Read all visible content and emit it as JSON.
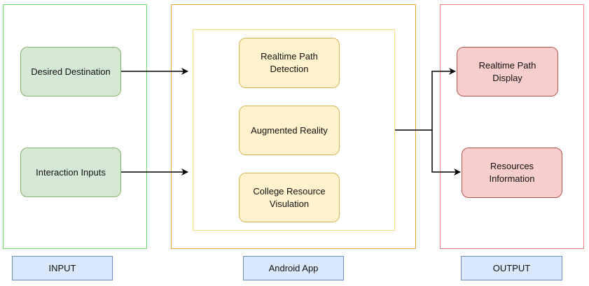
{
  "input": {
    "nodes": {
      "destination": "Desired Destination",
      "interaction": "Interaction Inputs"
    },
    "label": "INPUT"
  },
  "app": {
    "nodes": {
      "path_detection": "Realtime Path\nDetection",
      "augmented_reality": "Augmented Reality",
      "resource_visualization": "College Resource\nVisulation"
    },
    "label": "Android App"
  },
  "output": {
    "nodes": {
      "path_display": "Realtime Path\nDisplay",
      "resources_information": "Resources\nInformation"
    },
    "label": "OUTPUT"
  },
  "colors": {
    "input_frame": "#6fd86b",
    "app_frame": "#e8a33c",
    "app_inner_frame": "#f4df85",
    "output_frame": "#ef7f84",
    "green_node_fill": "#d5e8d4",
    "yellow_node_fill": "#fff2cc",
    "red_node_fill": "#f8cecc",
    "label_fill": "#dae8fc",
    "arrow": "#000000"
  }
}
